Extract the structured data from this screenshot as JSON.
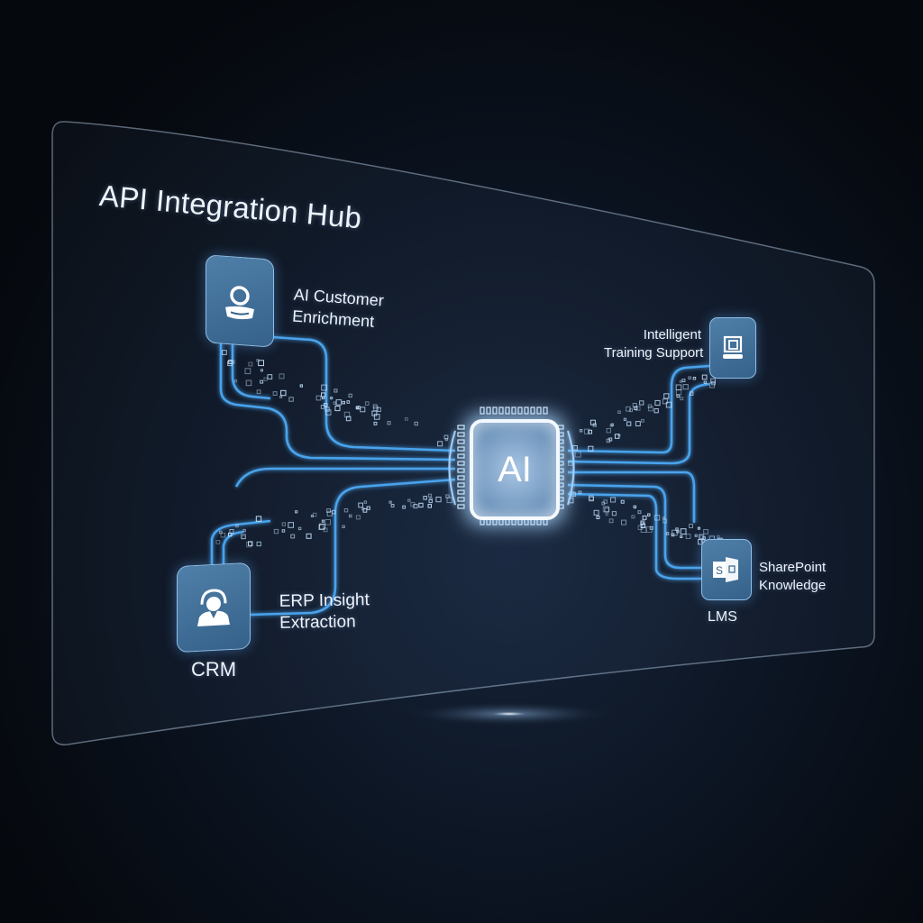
{
  "title": "API Integration Hub",
  "hub": {
    "label": "AI",
    "icon": "ai-chip-icon"
  },
  "nodes": {
    "customer": {
      "label_line1": "AI Customer",
      "label_line2": "Enrichment",
      "icon": "user-search-icon"
    },
    "crm": {
      "caption": "CRM",
      "label_line1": "ERP Insight",
      "label_line2": "Extraction",
      "icon": "support-agent-icon"
    },
    "training": {
      "label_line1": "Intelligent",
      "label_line2": "Training Support",
      "icon": "monitor-icon"
    },
    "lms": {
      "caption": "LMS",
      "label_line1": "SharePoint",
      "label_line2": "Knowledge",
      "icon": "sharepoint-icon"
    }
  },
  "colors": {
    "connector": "#4aa3ec",
    "node_fill": "#3f6e98",
    "glow": "#cfe6ff",
    "background": "#070b12"
  }
}
